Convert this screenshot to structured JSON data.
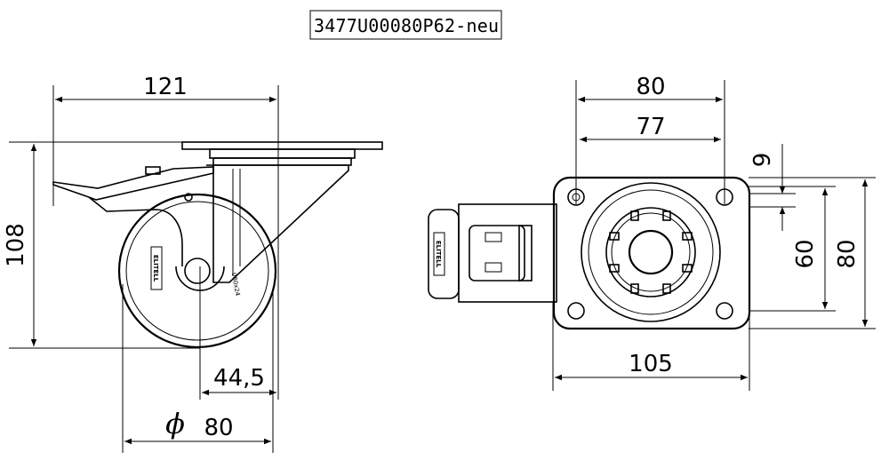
{
  "drawing": {
    "part_number": "3477U00080P62-neu",
    "side_view": {
      "overall_length": "121",
      "overall_height": "108",
      "offset": "44,5",
      "wheel_diameter_symbol": "ϕ",
      "wheel_diameter": "80",
      "wheel_brand": "ELITELL",
      "wheel_code": "080x24"
    },
    "top_view": {
      "plate_width": "80",
      "hole_spacing_x": "77",
      "hole_diameter": "9",
      "hole_spacing_y": "60",
      "plate_height": "80",
      "overall_length": "105",
      "wheel_brand": "ELITELL"
    }
  }
}
